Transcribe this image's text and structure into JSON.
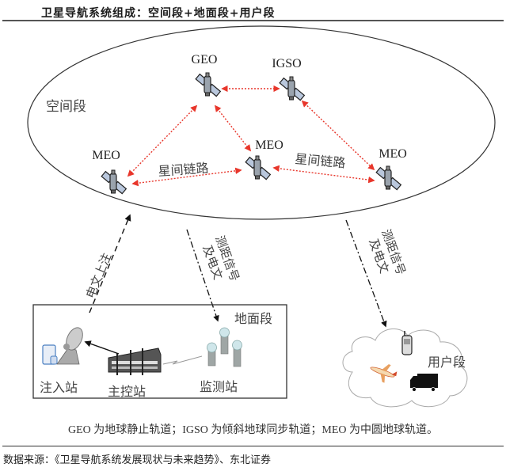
{
  "title": "卫星导航系统组成：空间段+地面段+用户段",
  "space_segment": {
    "label": "空间段",
    "satellites": [
      {
        "id": "geo",
        "label": "GEO"
      },
      {
        "id": "igso",
        "label": "IGSO"
      },
      {
        "id": "meo-left",
        "label": "MEO"
      },
      {
        "id": "meo-center",
        "label": "MEO"
      },
      {
        "id": "meo-right",
        "label": "MEO"
      }
    ],
    "inter_satellite_link_label": "星间链路"
  },
  "links": {
    "uplink_label": "电文上注",
    "ranging_label_line1": "测距信号",
    "ranging_label_line2": "及电文"
  },
  "ground_segment": {
    "label": "地面段",
    "stations": {
      "injection": "注入站",
      "master_control": "主控站",
      "monitoring": "监测站"
    }
  },
  "user_segment": {
    "label": "用户段"
  },
  "colors": {
    "link_red": "#e8362b",
    "satellite_panel": "#b9c7dc",
    "satellite_body": "#9aa3ad"
  },
  "footnote": "GEO 为地球静止轨道；IGSO 为倾斜地球同步轨道；MEO 为中圆地球轨道。",
  "source": "数据来源：《卫星导航系统发展现状与未来趋势》、东北证券"
}
